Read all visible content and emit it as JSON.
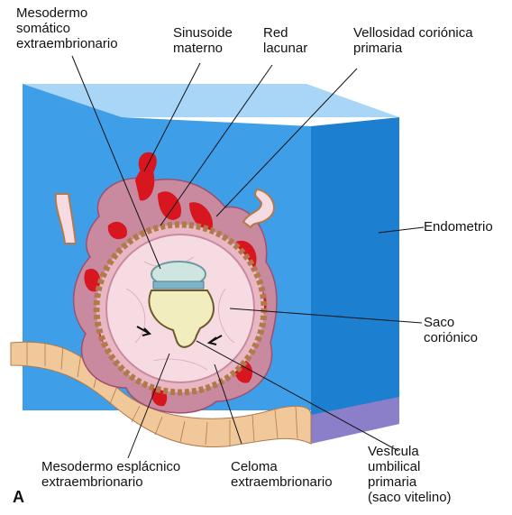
{
  "panel_letter": "A",
  "labels": {
    "mesodermo_somatico": [
      "Mesodermo",
      "somático",
      "extraembrionario"
    ],
    "sinusoide": [
      "Sinusoide",
      "materno"
    ],
    "red_lacunar": [
      "Red",
      "lacunar"
    ],
    "vellosidad": [
      "Vellosidad coriónica",
      "primaria"
    ],
    "endometrio": [
      "Endometrio"
    ],
    "saco_corionico": [
      "Saco",
      "coriónico"
    ],
    "vesicula": [
      "Vesícula",
      "umbilical",
      "primaria",
      "(saco vitelino)"
    ],
    "celoma": [
      "Celoma",
      "extraembrionario"
    ],
    "mesodermo_esplacnico": [
      "Mesodermo esplácnico",
      "extraembrionario"
    ]
  },
  "colors": {
    "endometrium_front": "#3f9ee8",
    "endometrium_side": "#1d7fd0",
    "endometrium_top": "#9fd0f5",
    "blood": "#d8161f",
    "trophoblast": "#c98aa0",
    "cavity": "#f6dbe2",
    "yolk": "#f2edbf",
    "epithelium": "#f0c89a",
    "amnion": "#cfe6e0"
  }
}
